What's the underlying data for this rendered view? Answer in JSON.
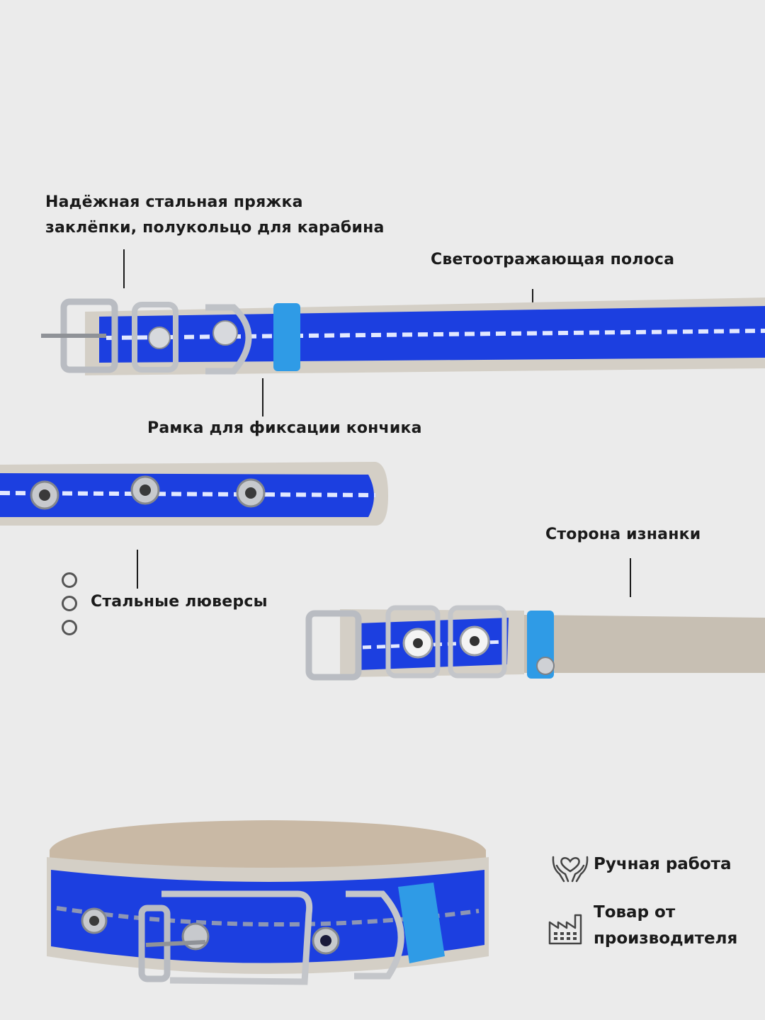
{
  "labels": {
    "buckle_line1": "Надёжная стальная пряжка",
    "buckle_line2": "заклёпки, полукольцо для карабина",
    "reflective": "Светоотражающая полоса",
    "frame": "Рамка для фиксации кончика",
    "back_side": "Сторона изнанки",
    "grommets": "Стальные люверсы"
  },
  "features": [
    {
      "icon": "handmade-hands-heart-icon",
      "text": "Ручная работа"
    },
    {
      "icon": "factory-icon",
      "text_line1": "Товар от",
      "text_line2": "производителя"
    }
  ],
  "colors": {
    "background": "#ebebeb",
    "webbing_blue": "#1c3fe0",
    "reflective_stripe": "#dfe6ff",
    "leather": "#d4cfc6",
    "keeper_blue": "#2f9be6",
    "steel": "#b9bcc2"
  }
}
